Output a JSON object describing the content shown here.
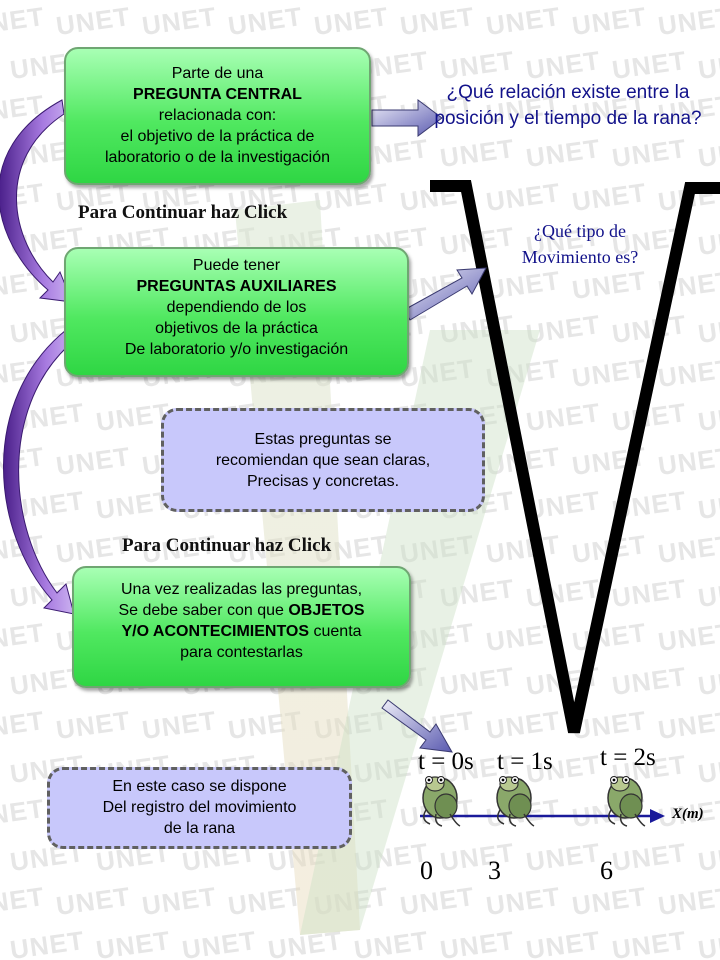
{
  "boxes": {
    "central": {
      "lines": [
        "Parte de una",
        "PREGUNTA CENTRAL",
        "relacionada con:",
        "el objetivo de la práctica de",
        "laboratorio o de la investigación"
      ]
    },
    "auxiliares": {
      "lines": [
        "Puede tener",
        "PREGUNTAS AUXILIARES",
        "dependiendo de los",
        "objetivos de la práctica",
        "De laboratorio y/o investigación"
      ]
    },
    "recomendacion": {
      "lines": [
        "Estas preguntas se",
        "recomiendan que sean claras,",
        "Precisas y concretas."
      ]
    },
    "objetos": {
      "line1": "Una vez realizadas las preguntas,",
      "line2_pre": "Se debe saber con que ",
      "line2_bold": "OBJETOS",
      "line3_bold": "Y/O ACONTECIMIENTOS",
      "line3_post": " cuenta",
      "line4": "para contestarlas"
    },
    "registro": {
      "lines": [
        "En este caso se dispone",
        "Del registro del movimiento",
        "de la rana"
      ]
    }
  },
  "questions": {
    "central": "¿Qué relación existe entre la posición y el tiempo de la rana?",
    "auxiliar_line1": "¿Qué tipo de",
    "auxiliar_line2": "Movimiento es?"
  },
  "continue_labels": [
    "Para Continuar haz Click",
    "Para Continuar haz Click"
  ],
  "motion": {
    "times": [
      "t = 0s",
      "t = 1s",
      "t = 2s"
    ],
    "positions": [
      "0",
      "3",
      "6"
    ],
    "axis_label": "X(m)"
  },
  "watermark": "UNET",
  "colors": {
    "green_box": "#4ce65c",
    "blue_box": "#c8c8fb",
    "question_text": "#12128a",
    "arrow_purple": "#8a4fd0",
    "axis_line": "#1a1a9a"
  },
  "icons": {
    "frog": "frog-icon"
  }
}
